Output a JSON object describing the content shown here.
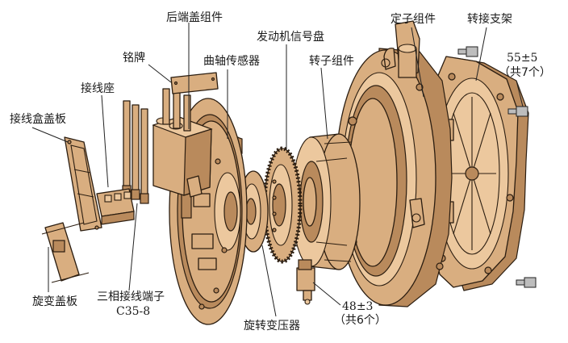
{
  "labels": {
    "rear_cover": "后端盖组件",
    "nameplate": "铭牌",
    "engine_signal_disc": "发动机信号盘",
    "crank_sensor": "曲轴传感器",
    "rotor_assembly": "转子组件",
    "stator_assembly": "定子组件",
    "adapter_bracket": "转接支架",
    "terminal_base": "接线座",
    "junction_box_cover": "接线盒盖板",
    "resolver_cover": "旋变盖板",
    "three_phase_terminal": "三相接线端子",
    "terminal_model": "C35-8",
    "resolver": "旋转变压器"
  },
  "torques": {
    "bracket_value": "55±5",
    "bracket_count": "（共7个）",
    "sensor_value": "48±3",
    "sensor_count": "（共6个）"
  },
  "colors": {
    "part_fill": "#d9ae80",
    "part_shadow": "#b98a5c",
    "outline": "#2b1d10",
    "bolt": "#bdbdbd"
  }
}
